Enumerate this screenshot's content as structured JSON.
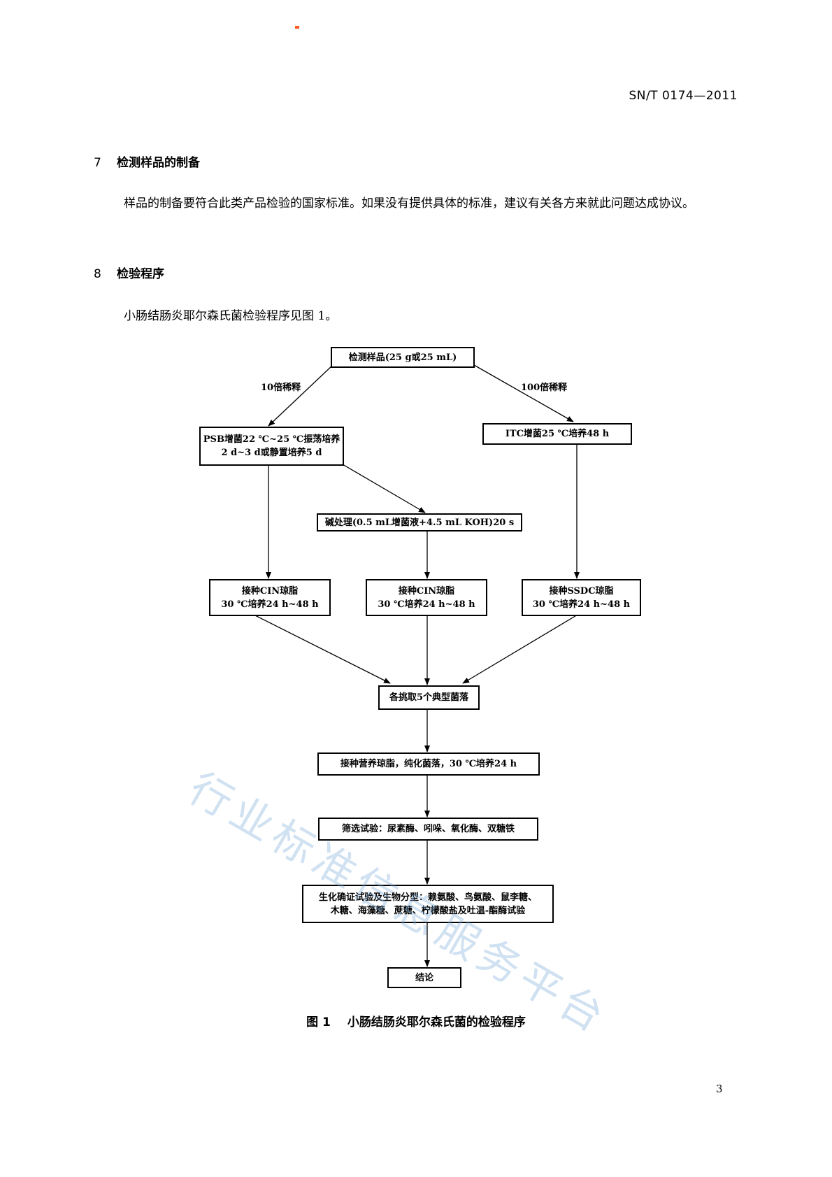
{
  "header": {
    "doc_number": "SN/T 0174—2011"
  },
  "section7": {
    "number": "7",
    "title": "检测样品的制备",
    "body": "样品的制备要符合此类产品检验的国家标准。如果没有提供具体的标准，建议有关各方来就此问题达成协议。"
  },
  "section8": {
    "number": "8",
    "title": "检验程序",
    "body": "小肠结肠炎耶尔森氏菌检验程序见图 1。"
  },
  "flowchart": {
    "sample": "检测样品(25 g或25 mL)",
    "dilution_left": "10倍稀释",
    "dilution_right": "100倍稀释",
    "psb_line1": "PSB增菌22 ℃~25 ℃振荡培养",
    "psb_line2": "2 d~3 d或静置培养5 d",
    "itc": "ITC增菌25 ℃培养48 h",
    "alkali": "碱处理(0.5 mL增菌液+4.5 mL KOH)20 s",
    "cin1_line1": "接种CIN琼脂",
    "cin1_line2": "30 ℃培养24 h~48 h",
    "cin2_line1": "接种CIN琼脂",
    "cin2_line2": "30 ℃培养24 h~48 h",
    "ssdc_line1": "接种SSDC琼脂",
    "ssdc_line2": "30 ℃培养24 h~48 h",
    "pick": "各挑取5个典型菌落",
    "purify": "接种营养琼脂，纯化菌落，30 ℃培养24 h",
    "screen": "筛选试验：尿素酶、吲哚、氧化酶、双糖铁",
    "biochem_line1": "生化确证试验及生物分型：赖氨酸、鸟氨酸、鼠李糖、",
    "biochem_line2": "木糖、海藻糖、蔗糖、柠檬酸盐及吐温-酯酶试验",
    "conclusion": "结论"
  },
  "figure": {
    "label": "图 1",
    "caption": "小肠结肠炎耶尔森氏菌的检验程序"
  },
  "watermark": "行业标准信息服务平台",
  "page_number": "3",
  "colors": {
    "mark": "#ff5a1f",
    "watermark": "#78aad7"
  }
}
